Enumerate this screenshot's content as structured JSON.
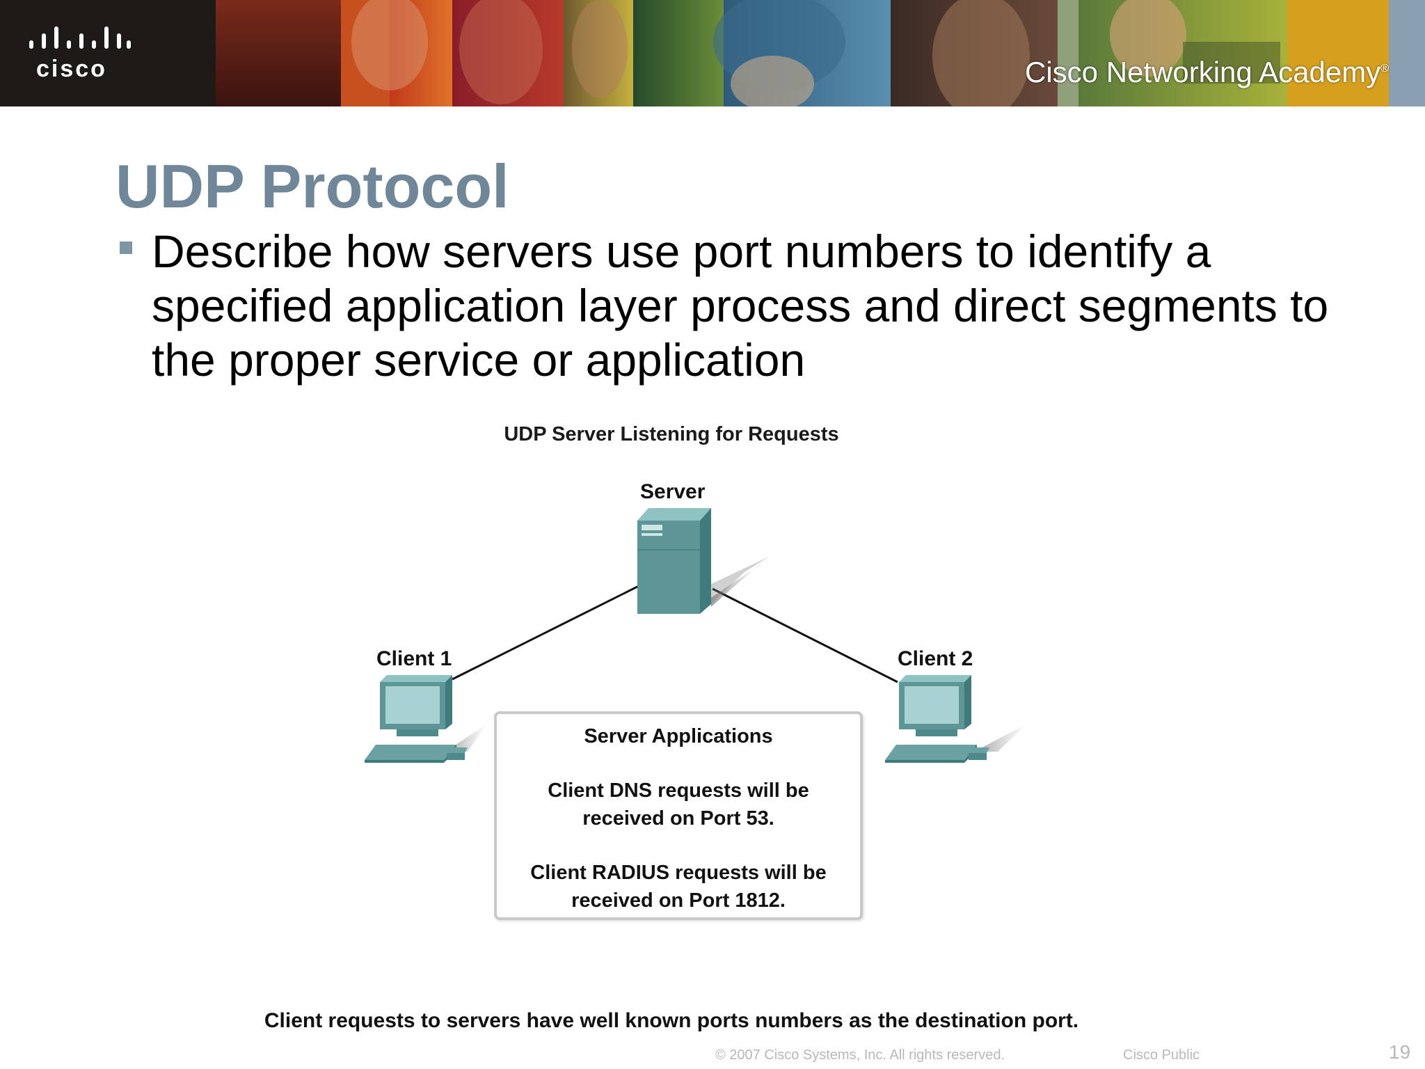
{
  "banner": {
    "logo_text": "cisco",
    "academy_text": "Cisco Networking Academy",
    "academy_mark": "®"
  },
  "slide": {
    "title": "UDP Protocol",
    "bullet": "Describe how servers use port numbers to identify a specified application layer process and direct segments to the proper service or application"
  },
  "diagram": {
    "title": "UDP Server Listening for Requests",
    "server_label": "Server",
    "client1_label": "Client 1",
    "client2_label": "Client 2",
    "apps_box": {
      "heading": "Server Applications",
      "line1": "Client DNS requests will be",
      "line2": "received on Port 53.",
      "line3": "Client RADIUS requests will be",
      "line4": "received on Port 1812."
    },
    "device_color": "#5e9698",
    "footer_note": "Client requests to servers have well known ports numbers as the destination port."
  },
  "footer": {
    "copyright": "© 2007 Cisco Systems, Inc. All rights reserved.",
    "classification": "Cisco Public",
    "page_number": "19"
  },
  "colors": {
    "title": "#6f8798",
    "bullet_mark": "#7e95a6",
    "banner_bg": "#1e1a18"
  }
}
